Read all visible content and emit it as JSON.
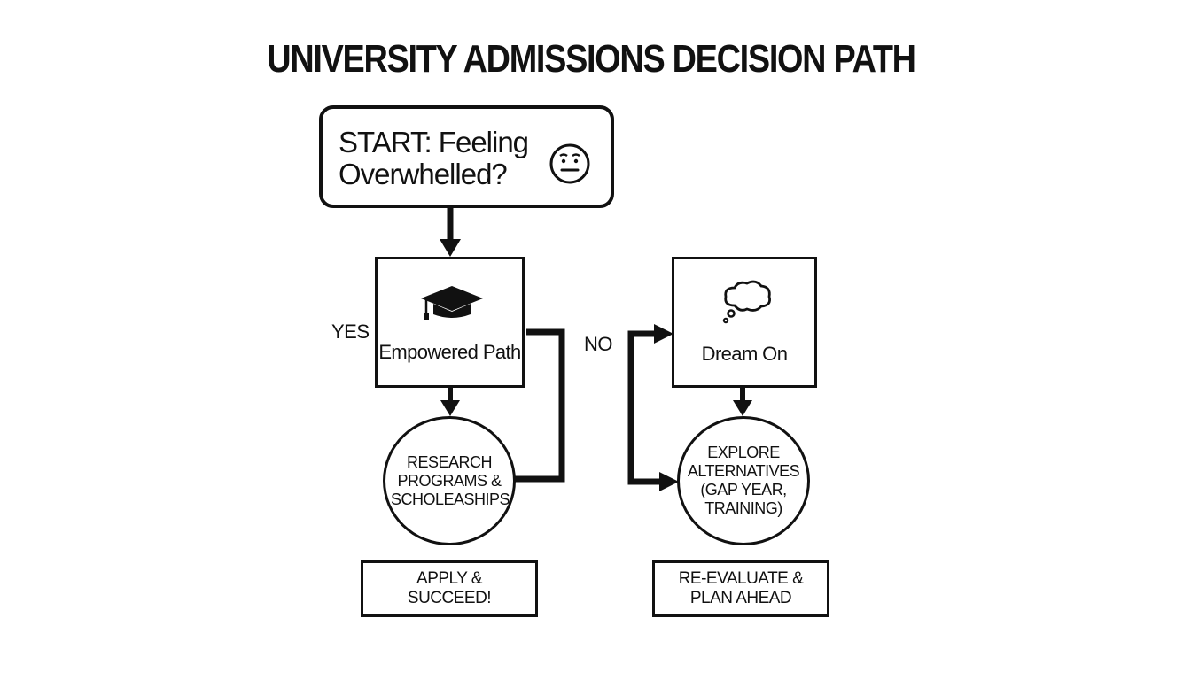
{
  "title": "UNIVERSITY ADMISSIONS DECISION PATH",
  "start": {
    "label": "START: Feeling Overwhelled?",
    "icon": "worried-face-icon"
  },
  "branches": {
    "yes_label": "YES",
    "no_label": "NO"
  },
  "yes_path": {
    "node": {
      "label": "Empowered Path",
      "icon": "graduation-cap-icon"
    },
    "step": {
      "label": "RESEARCH\nPROGRAMS &\nSCHOLEASHIPS"
    },
    "outcome": {
      "label": "APPLY &\nSUCCEED!"
    }
  },
  "no_path": {
    "node": {
      "label": "Dream On",
      "icon": "thought-bubble-icon"
    },
    "step": {
      "label": "EXPLORE\nALTERNATIVES\n(GAP YEAR,\nTRAINING)"
    },
    "outcome": {
      "label": "RE-EVALUATE &\nPLAN AHEAD"
    }
  },
  "colors": {
    "ink": "#111111",
    "background": "#ffffff"
  }
}
